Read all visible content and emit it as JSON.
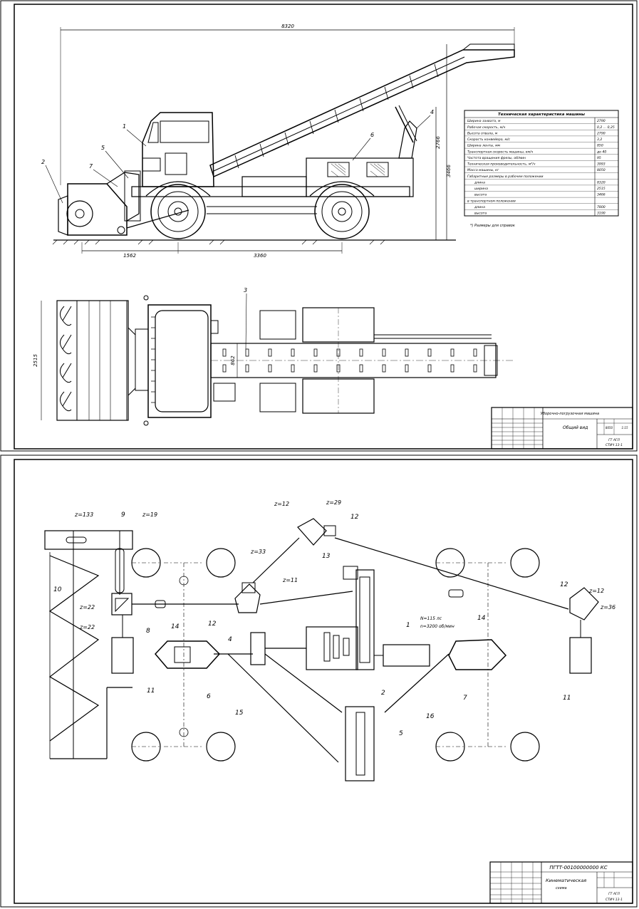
{
  "sheet1": {
    "dimensions": {
      "overall_length": "8320",
      "front_overhang": "1562",
      "wheelbase": "3360",
      "total_height": "3466",
      "frame_height": "2766",
      "width": "2515",
      "belt_width": "862"
    },
    "callouts": [
      "1",
      "2",
      "3",
      "4",
      "5",
      "6",
      "7"
    ],
    "spec_table": {
      "title": "Техническая характеристика машины",
      "rows": [
        {
          "label": "Ширина захвата, м",
          "value": "2790"
        },
        {
          "label": "Рабочая скорость, м/ч",
          "value": "0,2 ... 0,25"
        },
        {
          "label": "Высота отвала, м",
          "value": "2790"
        },
        {
          "label": "Скорость конвейера, м/с",
          "value": "3,2"
        },
        {
          "label": "Ширина ленты, мм",
          "value": "850"
        },
        {
          "label": "Транспортная скорость машины, км/ч",
          "value": "до 40"
        },
        {
          "label": "Частота вращения фрезы, об/мин",
          "value": "95"
        },
        {
          "label": "Техническая производительность, м³/ч",
          "value": "3993"
        },
        {
          "label": "Масса машины, кг",
          "value": "8050"
        },
        {
          "label": "Габаритные размеры в рабочем положении",
          "value": ""
        },
        {
          "label": "длина",
          "value": "8320"
        },
        {
          "label": "ширина",
          "value": "2515"
        },
        {
          "label": "высота",
          "value": "3466"
        },
        {
          "label": "в транспортном положении",
          "value": ""
        },
        {
          "label": "длина",
          "value": "7800"
        },
        {
          "label": "высота",
          "value": "3190"
        }
      ],
      "note": "*) Размеры для справок"
    },
    "title_block": {
      "machine": "Уборочно-погрузочная машина",
      "sheet_name": "Общий вид",
      "mass": "8050",
      "scale": "1:15",
      "group": "ГТ АГЛ",
      "code": "СТИЧ 13-1"
    }
  },
  "sheet2": {
    "labels": {
      "z133": "z=133",
      "z19": "z=19",
      "z22a": "z=22",
      "z22b": "z=22",
      "z12a": "z=12",
      "z29": "z=29",
      "z33": "z=33",
      "z11": "z=11",
      "z12b": "z=12",
      "z36": "z=36",
      "motor_power": "N=115 лс",
      "motor_speed": "n=3200 об/мин"
    },
    "callouts": [
      "1",
      "2",
      "4",
      "5",
      "6",
      "7",
      "8",
      "9",
      "10",
      "11",
      "11",
      "12",
      "12",
      "12",
      "13",
      "14",
      "14",
      "15",
      "16"
    ],
    "title_block": {
      "doc_code": "ПГТТ-00100000000 КС",
      "sheet_name": "Кинематическая",
      "sheet_sub": "схема",
      "group": "ГТ АГЛ",
      "code": "СТИЧ 13-1"
    }
  }
}
